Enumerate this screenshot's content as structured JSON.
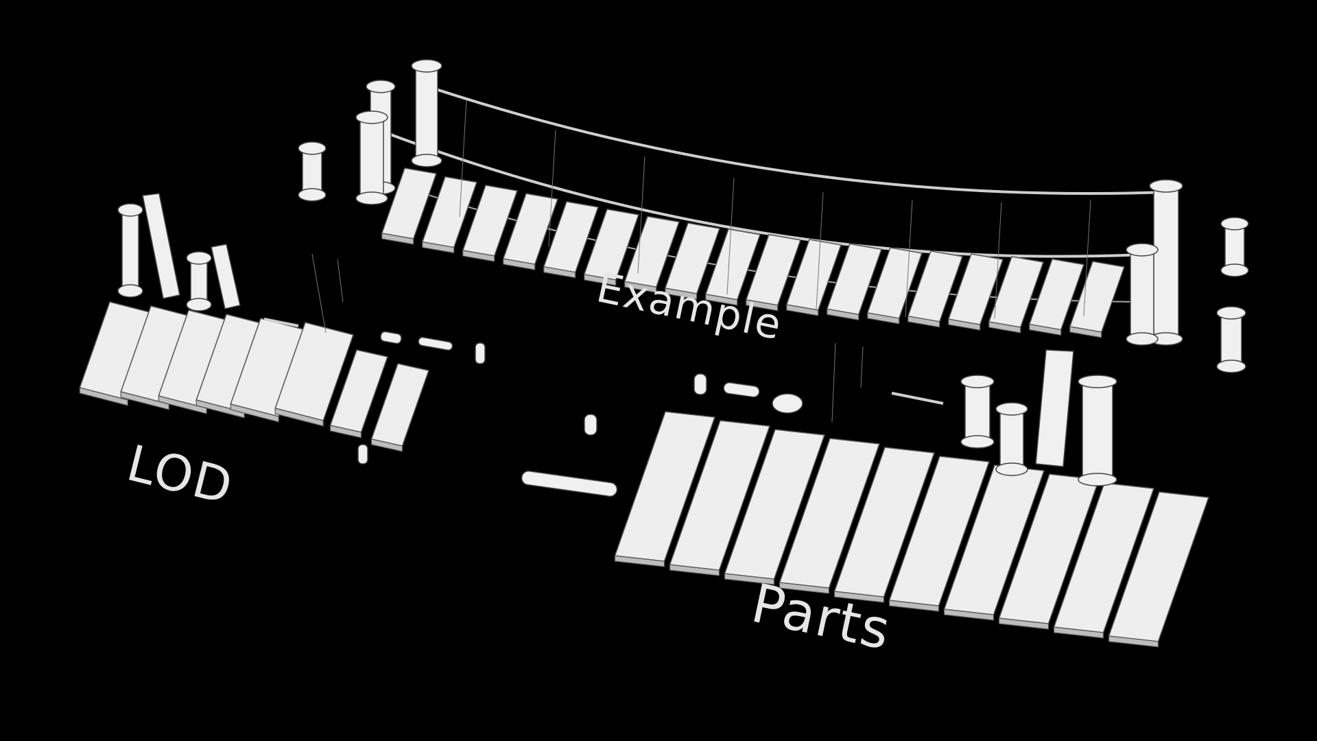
{
  "labels": {
    "example": "Example",
    "lod": "LOD",
    "parts": "Parts"
  },
  "colors": {
    "background": "#000000",
    "model": "#eeeeee",
    "text": "#e6e6e6"
  }
}
